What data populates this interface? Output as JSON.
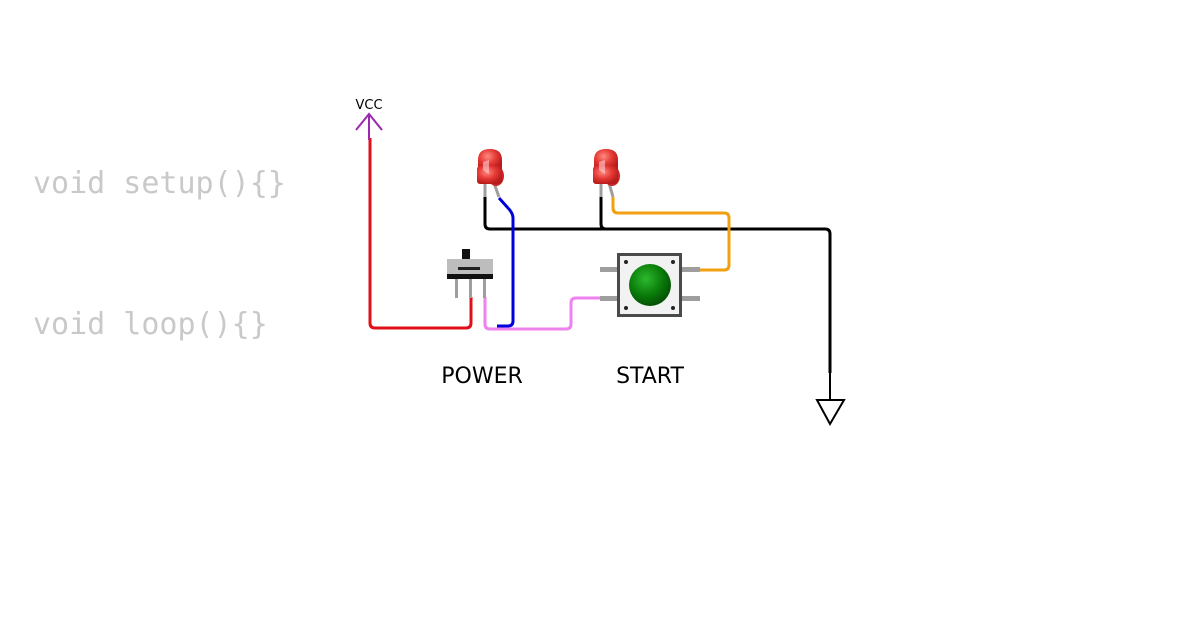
{
  "code": {
    "line1": "void setup(){}",
    "line2": "void loop(){}"
  },
  "labels": {
    "vcc": "VCC",
    "power": "POWER",
    "start": "START"
  },
  "icons": {
    "vcc": "vcc-arrow-icon",
    "ground": "ground-triangle-icon",
    "led": "red-led-icon",
    "switch": "slide-switch-icon",
    "button": "green-pushbutton-icon"
  },
  "colors": {
    "code_text": "#c9c9c9",
    "vcc_symbol": "#9c27b0",
    "wire_red": "#e0101a",
    "wire_blue": "#0000dd",
    "wire_pink": "#ee82ee",
    "wire_orange": "#f0a010",
    "wire_black": "#000000",
    "led": "#e53935",
    "button_cap": "#0a7d0a"
  }
}
